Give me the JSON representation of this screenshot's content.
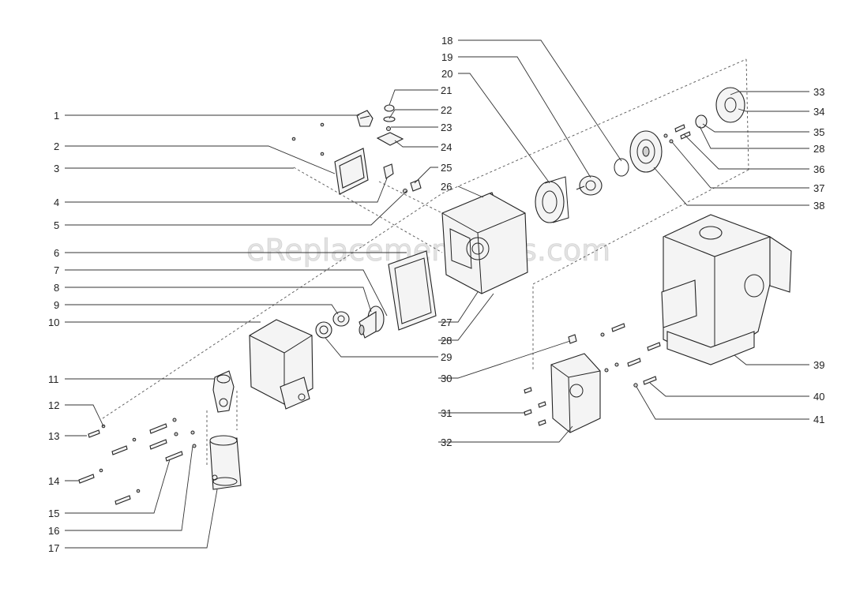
{
  "watermark": "eReplacementParts.com",
  "callouts": {
    "c1": "1",
    "c2": "2",
    "c3": "3",
    "c4": "4",
    "c5": "5",
    "c6": "6",
    "c7": "7",
    "c8": "8",
    "c9": "9",
    "c10": "10",
    "c11": "11",
    "c12": "12",
    "c13": "13",
    "c14": "14",
    "c15": "15",
    "c16": "16",
    "c17": "17",
    "c18": "18",
    "c19": "19",
    "c20": "20",
    "c21": "21",
    "c22": "22",
    "c23": "23",
    "c24": "24",
    "c25": "25",
    "c26": "26",
    "c27": "27",
    "c28a": "28",
    "c28b": "28",
    "c29": "29",
    "c30": "30",
    "c31": "31",
    "c32": "32",
    "c33": "33",
    "c34": "34",
    "c35": "35",
    "c36": "36",
    "c37": "37",
    "c38": "38",
    "c39": "39",
    "c40": "40",
    "c41": "41"
  }
}
